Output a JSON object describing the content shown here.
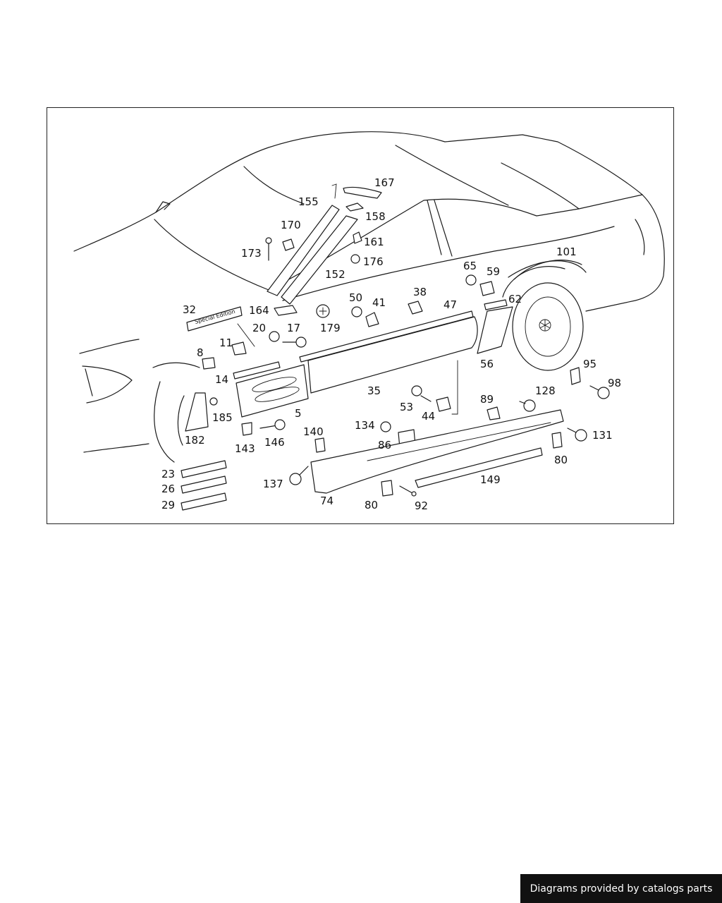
{
  "diagram": {
    "callouts": [
      "5",
      "8",
      "11",
      "14",
      "17",
      "20",
      "23",
      "26",
      "29",
      "32",
      "35",
      "38",
      "41",
      "44",
      "47",
      "50",
      "53",
      "56",
      "59",
      "62",
      "65",
      "74",
      "80",
      "80",
      "86",
      "89",
      "92",
      "95",
      "98",
      "101",
      "128",
      "131",
      "134",
      "137",
      "140",
      "143",
      "146",
      "149",
      "152",
      "155",
      "158",
      "161",
      "164",
      "167",
      "170",
      "173",
      "176",
      "179",
      "182",
      "185"
    ],
    "badge_text": "Special Edition"
  },
  "footer": {
    "credit": "Diagrams provided by catalogs parts"
  }
}
